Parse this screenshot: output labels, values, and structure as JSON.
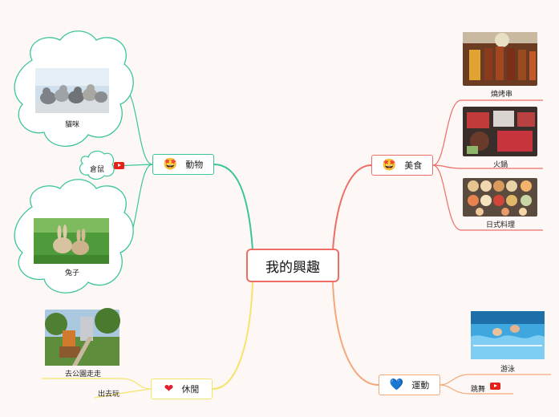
{
  "central": {
    "title": "我的興趣"
  },
  "colors": {
    "central": "#ec6e66",
    "food": "#ec6e66",
    "animals": "#3cc49a",
    "leisure": "#f5e46a",
    "sports": "#f5a77a"
  },
  "branches": {
    "food": {
      "label": "美食",
      "icon": "star-eyes-emoji-icon",
      "children": [
        "燒烤串",
        "火鍋",
        "日式料理"
      ]
    },
    "animals": {
      "label": "動物",
      "icon": "star-eyes-emoji-icon",
      "children": [
        "貓咪",
        "倉鼠",
        "兔子"
      ]
    },
    "leisure": {
      "label": "休閒",
      "icon": "red-heart-icon",
      "children": [
        "去公園走走",
        "出去玩"
      ]
    },
    "sports": {
      "label": "運動",
      "icon": "blue-heart-icon",
      "children": [
        "游泳",
        "跳舞"
      ]
    }
  }
}
